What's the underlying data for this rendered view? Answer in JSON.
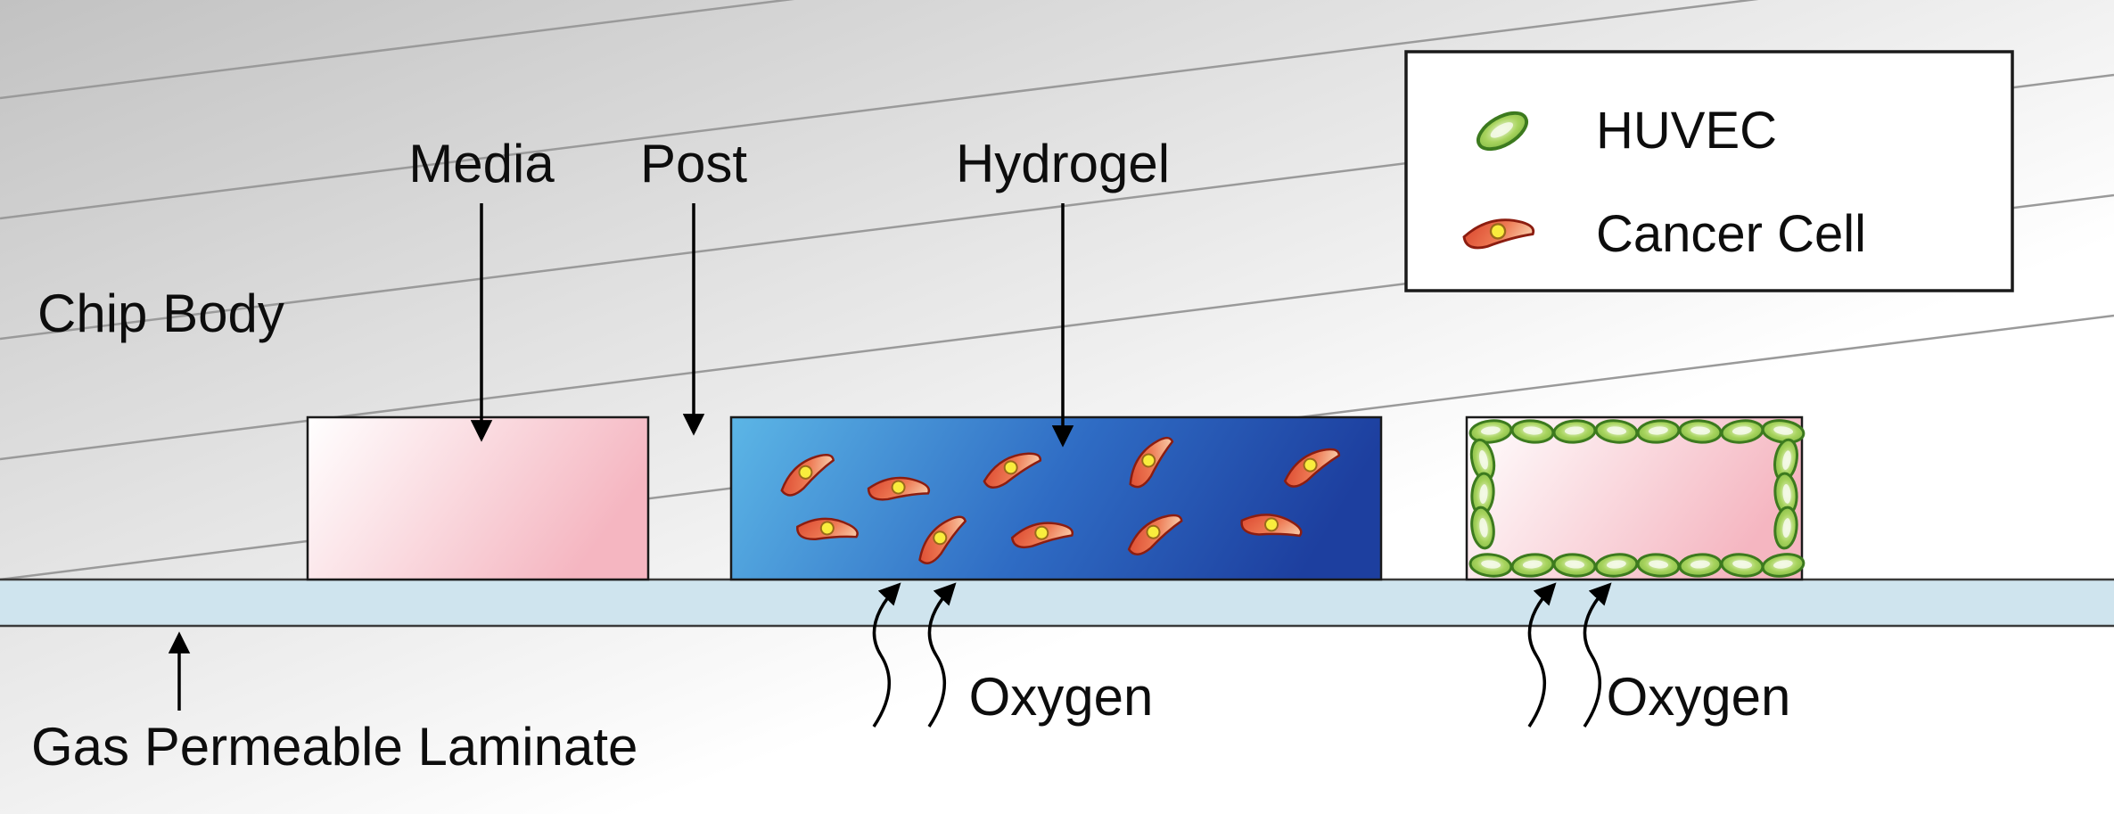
{
  "labels": {
    "chip_body": "Chip Body",
    "media": "Media",
    "post": "Post",
    "hydrogel": "Hydrogel",
    "gas_permeable_laminate": "Gas Permeable Laminate",
    "oxygen_hydrogel": "Oxygen",
    "oxygen_huvec": "Oxygen"
  },
  "legend": {
    "items": [
      {
        "label": "HUVEC",
        "icon": "huvec-cell-icon"
      },
      {
        "label": "Cancer Cell",
        "icon": "cancer-cell-icon"
      }
    ]
  },
  "colors": {
    "chip_body_top": "#c2c2c2",
    "laminate": "#cfe4ee",
    "media_light": "#ffffff",
    "media_pink": "#f5b6c1",
    "hydrogel_light": "#5cb6e6",
    "hydrogel_dark": "#1d3f9f",
    "huvec_green": "#6aa832",
    "huvec_outline": "#3c7a1e",
    "cancer_red": "#d8402a",
    "cancer_light": "#f8c9a6",
    "cancer_outline": "#8c1d10",
    "nucleus_yellow": "#f9ed3d",
    "outline": "#1a1a1a"
  }
}
